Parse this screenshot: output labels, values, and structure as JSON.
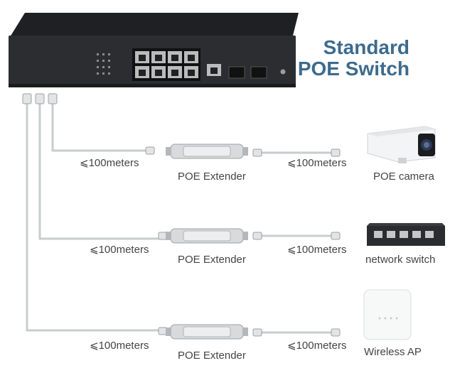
{
  "title": {
    "line1": "Standard",
    "line2": "POE Switch"
  },
  "rows": [
    {
      "left_distance": "⩽100meters",
      "extender": "POE Extender",
      "right_distance": "⩽100meters",
      "device": "POE camera"
    },
    {
      "left_distance": "⩽100meters",
      "extender": "POE Extender",
      "right_distance": "⩽100meters",
      "device": "network switch"
    },
    {
      "left_distance": "⩽100meters",
      "extender": "POE Extender",
      "right_distance": "⩽100meters",
      "device": "Wireless AP"
    }
  ],
  "colors": {
    "title": "#3d6b8e",
    "cable": "#c9ccce",
    "switch_body": "#2b2d30",
    "text": "#444444"
  }
}
